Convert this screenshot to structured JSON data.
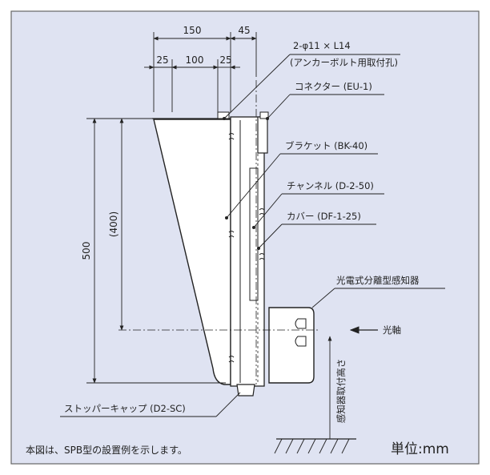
{
  "colors": {
    "panel_bg": "#dfe3f2",
    "panel_border": "#666666",
    "line": "#222222",
    "body_fill": "#ffffff"
  },
  "dimensions": {
    "top_width": "150",
    "side_width": "45",
    "left_offset": "25",
    "hole_pitch": "100",
    "right_offset": "25",
    "height": "500",
    "sub_height": "(400)"
  },
  "labels": {
    "anchor_bolt_line1": "2-φ11 × L14",
    "anchor_bolt_line2": "(アンカーボルト用取付孔)",
    "connector": "コネクター (EU-1)",
    "bracket": "ブラケット (BK-40)",
    "channel": "チャンネル (D-2-50)",
    "cover": "カバー (DF-1-25)",
    "detector": "光電式分離型感知器",
    "optical_axis": "光軸",
    "mount_height": "感知器取付高さ",
    "stopper_cap": "ストッパーキャップ (D2-SC)"
  },
  "footer": {
    "note": "本図は、SPB型の設置例を示します。",
    "unit": "単位:mm"
  }
}
